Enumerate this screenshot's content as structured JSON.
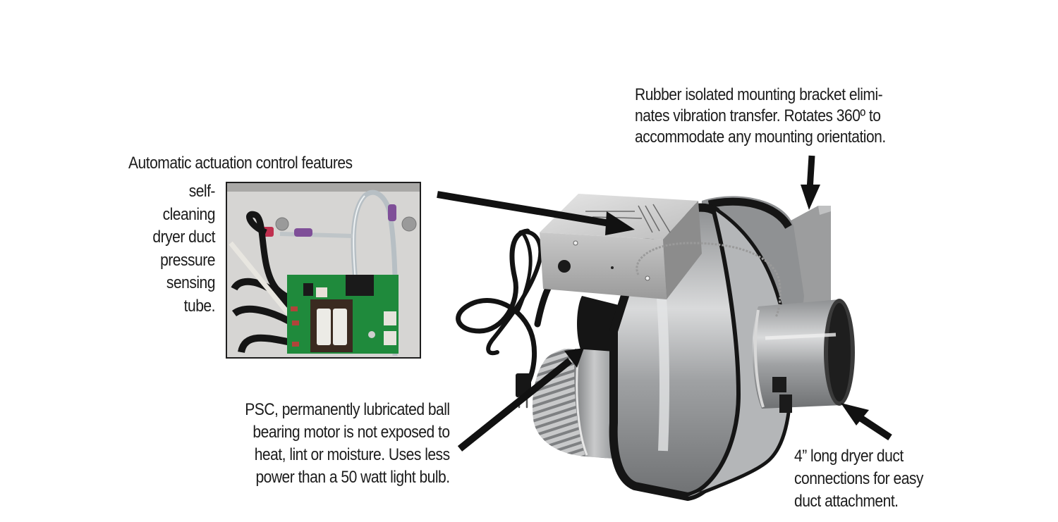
{
  "diagram": {
    "background_color": "#ffffff",
    "text_color": "#1c1c1c",
    "arrow_color": "#111111",
    "subject": "dryer booster fan",
    "callouts": [
      {
        "id": "mounting-bracket",
        "lines": [
          "Rubber isolated mounting bracket elimi-",
          "nates vibration transfer. Rotates 360º to",
          "accommodate any mounting orientation."
        ]
      },
      {
        "id": "actuation-control",
        "title": "Automatic actuation control features",
        "lines": [
          "self-",
          "cleaning",
          "dryer duct",
          "pressure",
          "sensing",
          "tube."
        ]
      },
      {
        "id": "psc-motor",
        "lines": [
          "PSC, permanently lubricated ball",
          "bearing motor is not exposed to",
          "heat, lint or moisture. Uses less",
          "power than a 50 watt light bulb."
        ]
      },
      {
        "id": "duct-connections",
        "lines": [
          "4” long dryer duct",
          "connections for easy",
          "duct attachment."
        ]
      }
    ],
    "inset_photo": {
      "subject": "control circuit board with pressure sensing tube",
      "border_color": "#1e1e1e",
      "board_color": "#1f8a3c"
    },
    "product_colors": {
      "metal": "#a9abad",
      "metal_light": "#d6d7d8",
      "gasket": "#1a1a1a",
      "cord": "#121212",
      "control_box": "#c4c5c6"
    }
  }
}
